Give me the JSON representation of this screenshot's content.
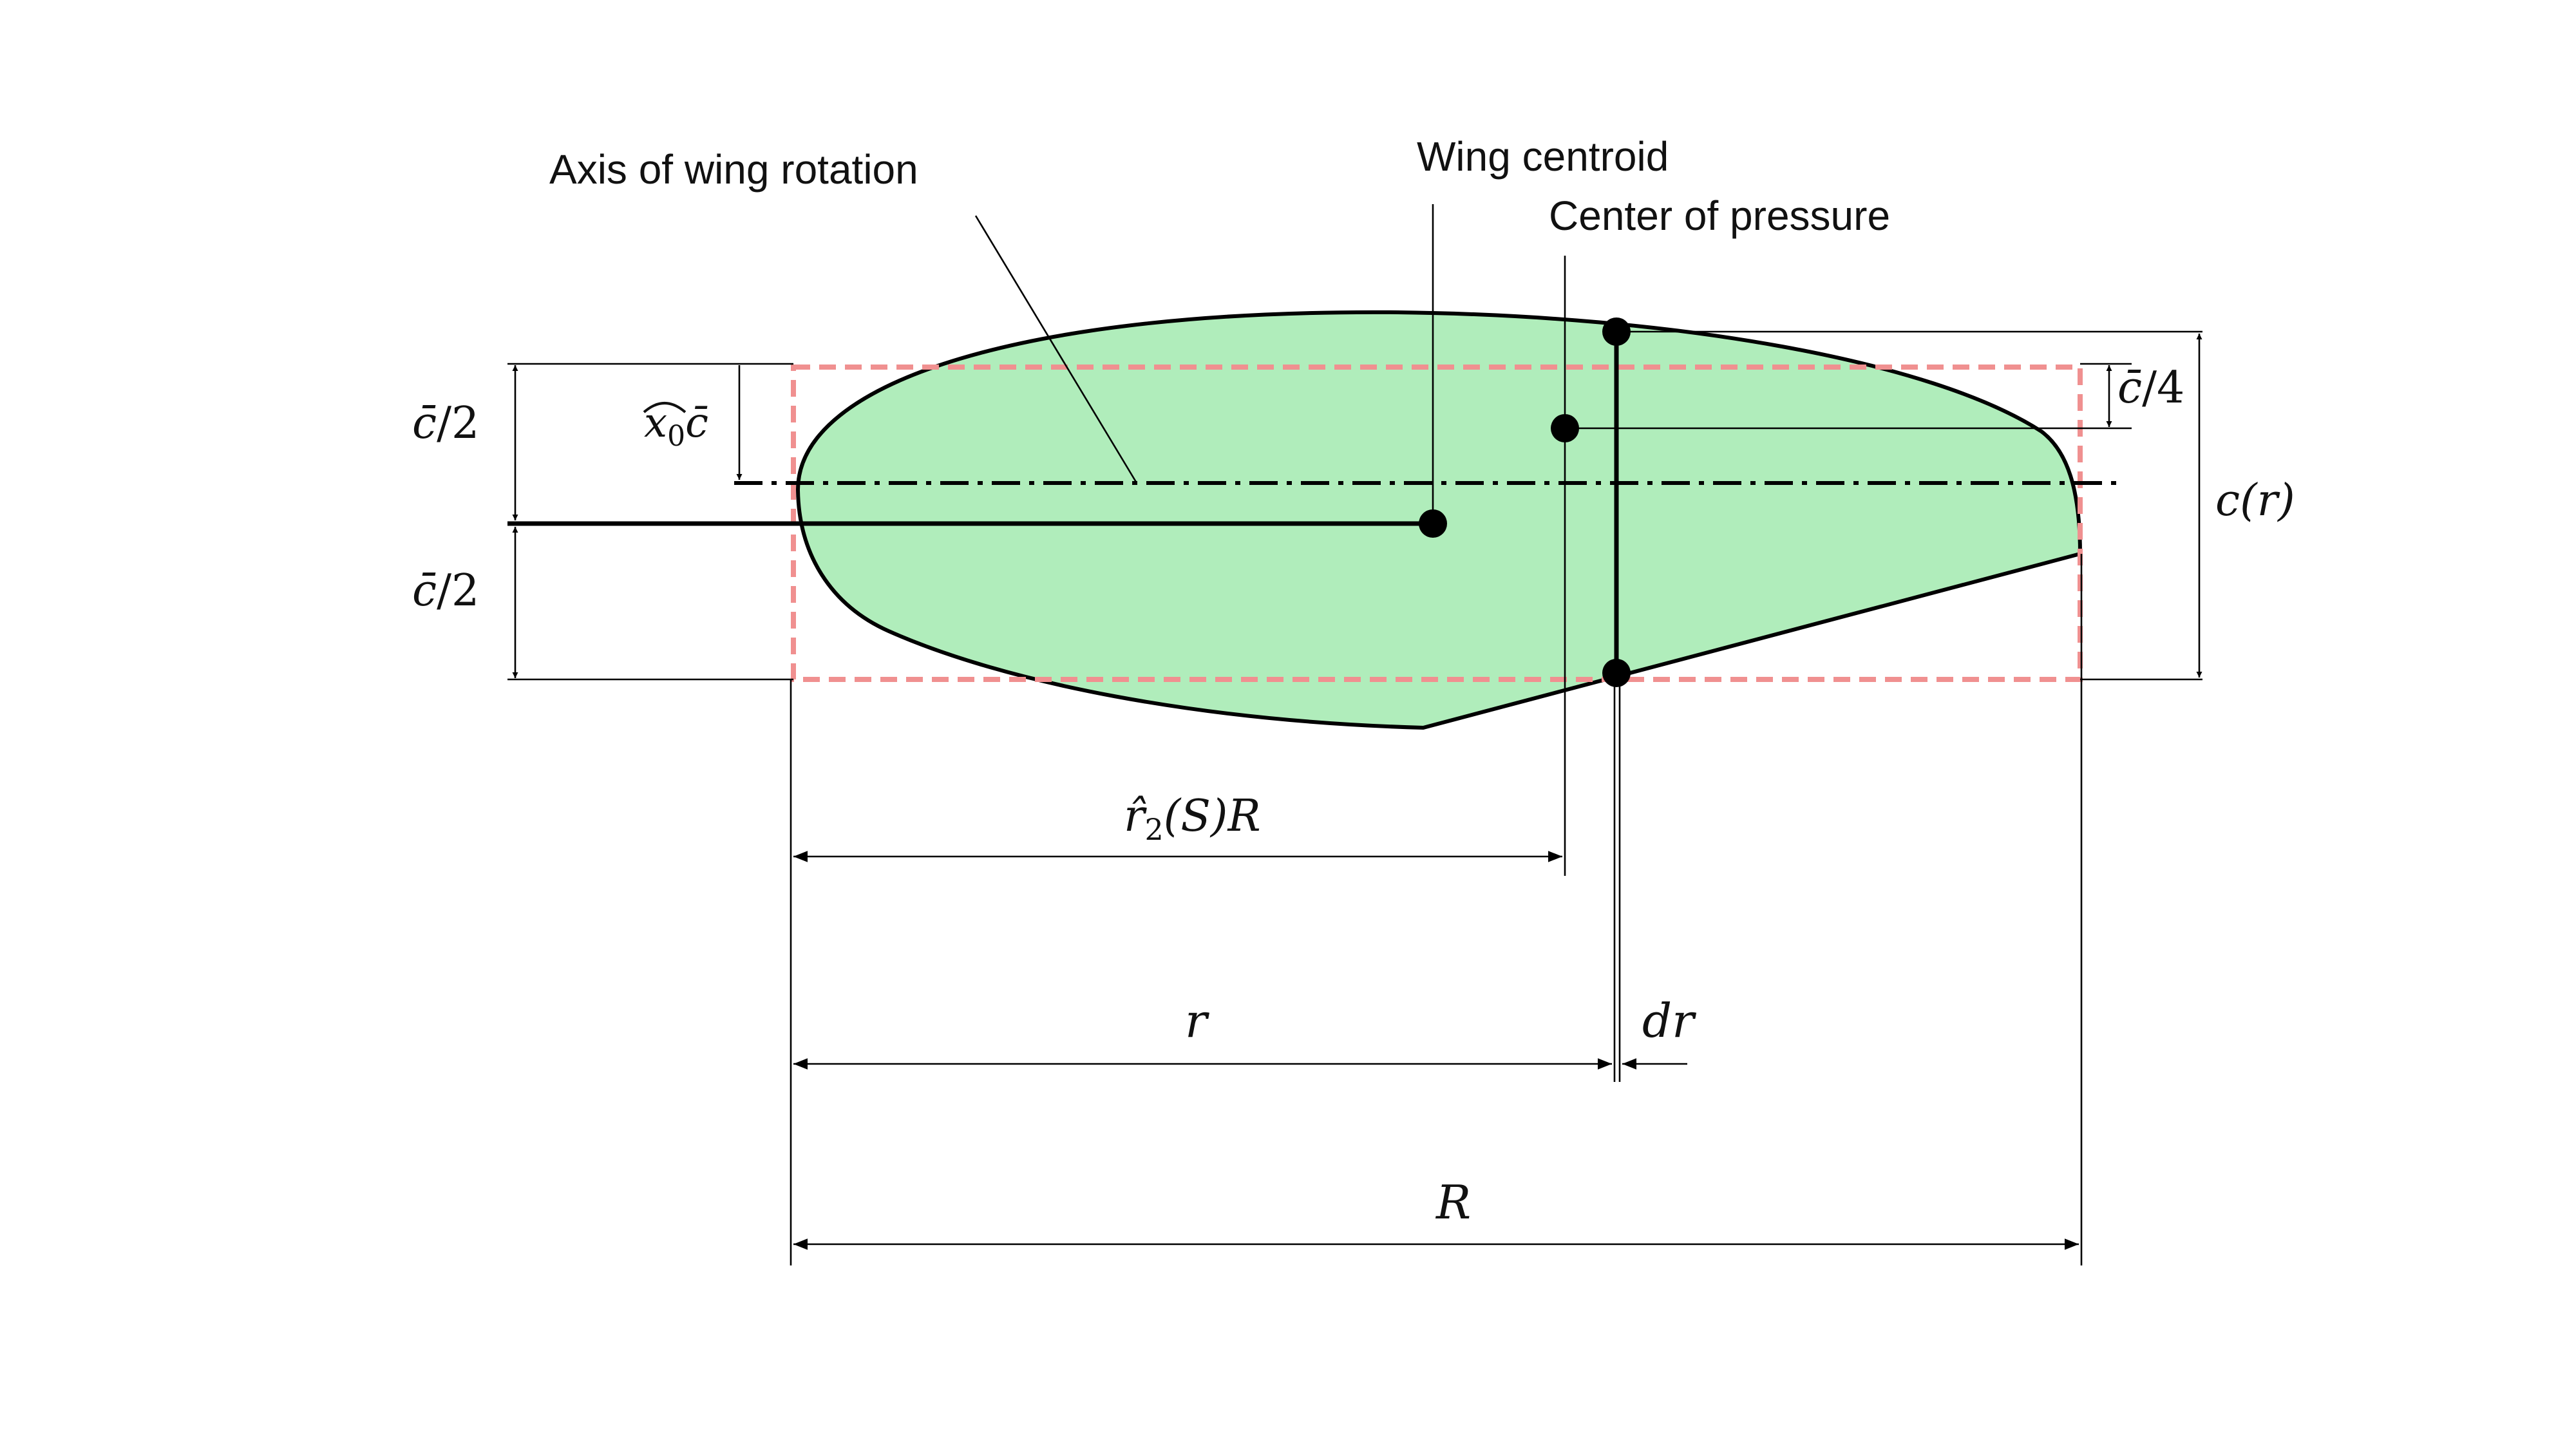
{
  "labels": {
    "axis_of_rotation": "Axis of wing rotation",
    "wing_centroid": "Wing centroid",
    "center_of_pressure": "Center of pressure"
  },
  "symbols": {
    "cbar": "c̄",
    "half_suffix": "/2",
    "quarter_suffix": "/4",
    "x0_hat": "x",
    "x0_sub": "0",
    "c_of_r": "c(r)",
    "r2_hat": "r̂",
    "r2_sub": "2",
    "r2_tail": "(S)R",
    "r": "r",
    "dr": "dr",
    "R": "R"
  },
  "colors": {
    "wing_fill": "#b0edbb",
    "bounding_box_dashed": "#f09090",
    "line": "#000000"
  }
}
